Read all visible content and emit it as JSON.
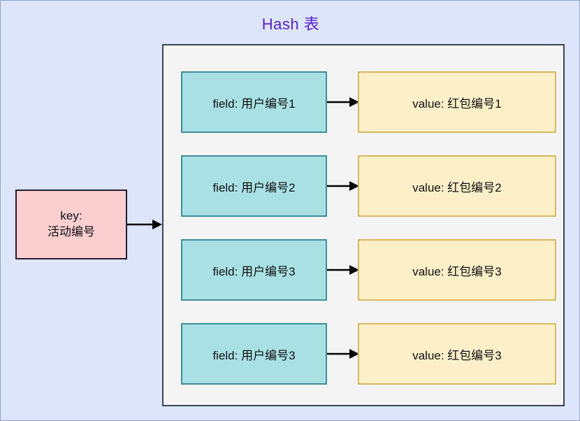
{
  "diagram": {
    "title": "Hash 表",
    "title_color": "#5522cc",
    "canvas_background": "#dce5fa",
    "container_background": "#f4f4f4"
  },
  "key_node": {
    "line1": "key:",
    "line2": "活动编号",
    "fill_color": "#fbcfcf",
    "border_color": "#221c33"
  },
  "entries": [
    {
      "field": "field: 用户编号1",
      "value": "value: 红包编号1"
    },
    {
      "field": "field: 用户编号2",
      "value": "value: 红包编号2"
    },
    {
      "field": "field: 用户编号3",
      "value": "value: 红包编号3"
    },
    {
      "field": "field: 用户编号3",
      "value": "value: 红包编号3"
    }
  ],
  "styles": {
    "field_fill": "#a9e0e4",
    "field_border": "#3f8e98",
    "value_fill": "#fdefc8",
    "value_border": "#d9b863",
    "arrow_color": "#000000"
  },
  "icons": {
    "key_to_table_arrow": "arrow-right-icon",
    "field_to_value_arrow": "arrow-right-icon"
  }
}
